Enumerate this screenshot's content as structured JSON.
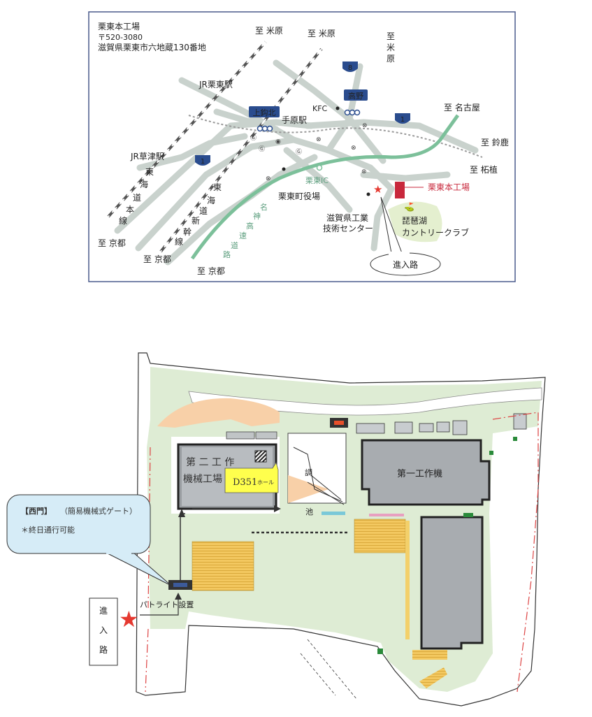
{
  "area_map": {
    "address": {
      "name": "栗東本工場",
      "postal": "〒520-3080",
      "street": "滋賀県栗東市六地蔵130番地"
    },
    "directions": {
      "maibara_a": "至 米原",
      "maibara_b": "至 米原",
      "maibara_c_1": "至",
      "maibara_c_2": "米",
      "maibara_c_3": "原",
      "nagoya": "至 名古屋",
      "suzuka": "至 鈴鹿",
      "tsuge": "至 柘植",
      "kyoto_a": "至 京都",
      "kyoto_b": "至 京都",
      "kyoto_c": "至 京都"
    },
    "stations": {
      "jr_ritto": "JR栗東駅",
      "jr_kusatsu": "JR草津駅",
      "tehara": "手原駅"
    },
    "route_badges": {
      "route8": "8",
      "route1_a": "1",
      "route1_b": "1"
    },
    "intersections": {
      "kamimagari_kita": "上鈎北",
      "takano": "高野"
    },
    "landmarks": {
      "kfc": "KFC",
      "ritto_ic": "栗東IC",
      "ritto_town_office": "栗東町役場",
      "tech_center_1": "滋賀県工業",
      "tech_center_2": "技術センター",
      "country_club_1": "琵琶湖",
      "country_club_2": "カントリークラブ",
      "factory": "栗東本工場"
    },
    "line_labels": {
      "tokaido_1": "東",
      "tokaido_2": "海",
      "tokaido_3": "道",
      "tokaido_4": "本",
      "tokaido_5": "線",
      "shinkansen_1": "東",
      "shinkansen_2": "海",
      "shinkansen_3": "道",
      "shinkansen_4": "新",
      "shinkansen_5": "幹",
      "shinkansen_6": "線",
      "meishin_1": "名",
      "meishin_2": "神",
      "meishin_3": "高",
      "meishin_4": "速",
      "meishin_5": "道",
      "meishin_6": "路"
    },
    "callout": "進入路",
    "colors": {
      "road": "#c9d2cd",
      "expressway": "#7cc09a",
      "badge": "#2a4c8e",
      "factory": "#c8283c",
      "golf": "#e4efcf",
      "star": "#e53930"
    }
  },
  "site_map": {
    "west_gate": {
      "title": "【西門】",
      "subtitle": "（簡易機械式ゲート）",
      "note": "＊終日通行可能"
    },
    "patrol_light": "パトライト設置",
    "entrance_1": "進",
    "entrance_2": "入",
    "entrance_3": "路",
    "building2": {
      "line1": "第 二 工 作",
      "line2": "機械工場"
    },
    "hall": {
      "code": "D351",
      "suffix": "ホール"
    },
    "building1": "第一工作機",
    "pond_1": "調",
    "pond_2": "池",
    "colors": {
      "green_area": "#deecd4",
      "orange_area": "#f8d0a8",
      "yellow_area": "#f3c860",
      "hall": "#ffff4d",
      "callout": "#d6ecf7",
      "star": "#e53930"
    }
  }
}
